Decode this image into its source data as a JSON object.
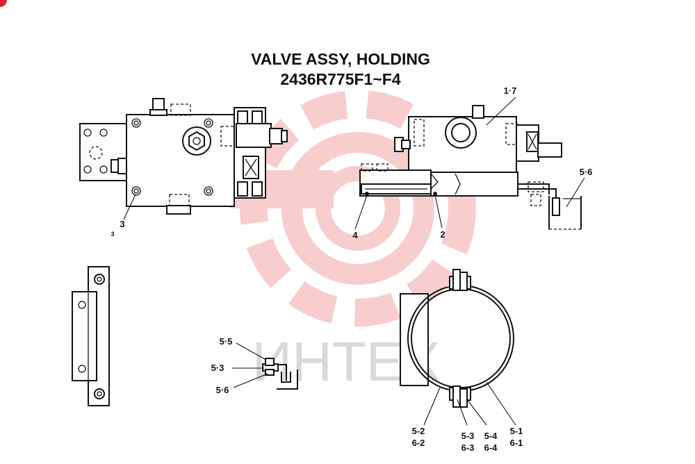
{
  "title": {
    "line1": "VALVE ASSY, HOLDING",
    "line2": "2436R775F1~F4"
  },
  "watermark": {
    "text": "ИНТЕХ",
    "color": "#f2a5a5"
  },
  "callouts": {
    "c_3": "3",
    "c_3_small": "3",
    "c_1_7": "1·7",
    "c_5_6_top": "5·6",
    "c_4": "4",
    "c_2": "2",
    "c_5_5": "5·5",
    "c_5_3": "5·3",
    "c_5_6_mid": "5·6",
    "c_5_2": "5-2",
    "c_6_2": "6-2",
    "c_5_3b": "5-3",
    "c_6_3": "6-3",
    "c_5_4": "5-4",
    "c_6_4": "6-4",
    "c_5_1": "5-1",
    "c_6_1": "6-1"
  }
}
